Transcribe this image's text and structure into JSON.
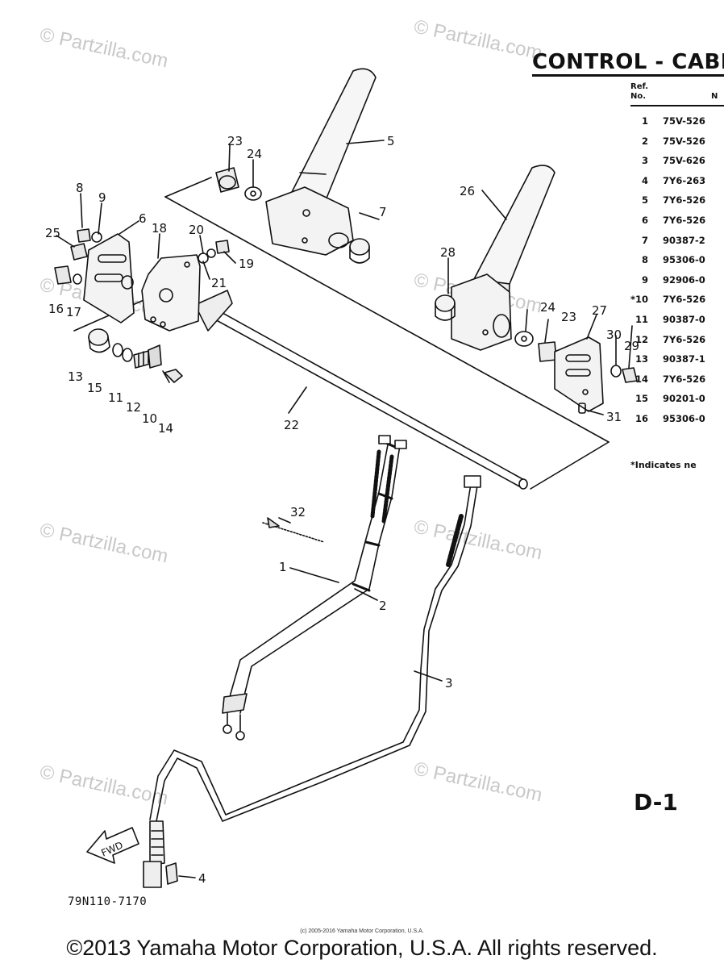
{
  "title": "CONTROL - CABI",
  "table": {
    "header_ref": "Ref.",
    "header_no": "No.",
    "header_number": "N",
    "rows": [
      {
        "ref": "1",
        "part": "75V-526"
      },
      {
        "ref": "2",
        "part": "75V-526"
      },
      {
        "ref": "3",
        "part": "75V-626"
      },
      {
        "ref": "4",
        "part": "7Y6-263"
      },
      {
        "ref": "5",
        "part": "7Y6-526"
      },
      {
        "ref": "6",
        "part": "7Y6-526"
      },
      {
        "ref": "7",
        "part": "90387-2"
      },
      {
        "ref": "8",
        "part": "95306-0"
      },
      {
        "ref": "9",
        "part": "92906-0"
      },
      {
        "ref": "*10",
        "part": "7Y6-526"
      },
      {
        "ref": "11",
        "part": "90387-0"
      },
      {
        "ref": "12",
        "part": "7Y6-526"
      },
      {
        "ref": "13",
        "part": "90387-1"
      },
      {
        "ref": "14",
        "part": "7Y6-526"
      },
      {
        "ref": "15",
        "part": "90201-0"
      },
      {
        "ref": "16",
        "part": "95306-0"
      }
    ],
    "footnote": "*Indicates ne"
  },
  "page_id": "D-1",
  "drawing_number": "79N110-7170",
  "fwd_label": "FWD",
  "small_copyright": "(c) 2005-2016 Yamaha Motor Corporation, U.S.A.",
  "copyright": "©2013 Yamaha Motor Corporation, U.S.A. All rights reserved.",
  "watermark": "© Partzilla.com",
  "callouts": {
    "c1": "1",
    "c2": "2",
    "c3": "3",
    "c4": "4",
    "c5": "5",
    "c6": "6",
    "c7": "7",
    "c8": "8",
    "c9": "9",
    "c10": "10",
    "c11": "11",
    "c12": "12",
    "c13": "13",
    "c14": "14",
    "c15": "15",
    "c16": "16",
    "c17": "17",
    "c18": "18",
    "c19": "19",
    "c20": "20",
    "c21": "21",
    "c22": "22",
    "c23a": "23",
    "c23b": "23",
    "c24a": "24",
    "c24b": "24",
    "c25": "25",
    "c26": "26",
    "c27": "27",
    "c28": "28",
    "c29": "29",
    "c30": "30",
    "c31": "31",
    "c32": "32"
  }
}
